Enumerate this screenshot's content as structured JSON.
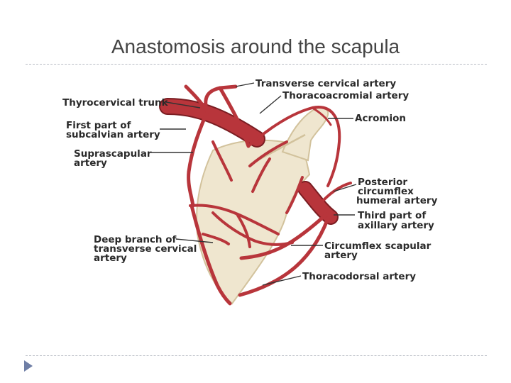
{
  "slide": {
    "title": "Anastomosis around the scapula"
  },
  "labels": {
    "transverse_cervical_artery": "Transverse cervical artery",
    "thoracoacromial_artery": "Thoracoacromial artery",
    "thyrocervical_trunk": "Thyrocervical trunk",
    "first_part_line1": "First part of",
    "first_part_line2": "subcalvian artery",
    "acromion": "Acromion",
    "suprascapular_line1": "Suprascapular",
    "suprascapular_line2": "artery",
    "posterior_circumflex_line1": "Posterior",
    "posterior_circumflex_line2": "circumflex",
    "posterior_circumflex_line3": "humeral artery",
    "third_part_line1": "Third part of",
    "third_part_line2": "axillary artery",
    "deep_branch_line1": "Deep branch of",
    "deep_branch_line2": "transverse cervical",
    "deep_branch_line3": "artery",
    "circumflex_scapular_line1": "Circumflex scapular",
    "circumflex_scapular_line2": "artery",
    "thoracodorsal_artery": "Thoracodorsal artery"
  },
  "colors": {
    "artery": "#b8353b",
    "scapula": "#efe6cf",
    "bullet": "#6f7fa6"
  },
  "icons": {
    "bullet": "triangle-bullet-icon"
  }
}
